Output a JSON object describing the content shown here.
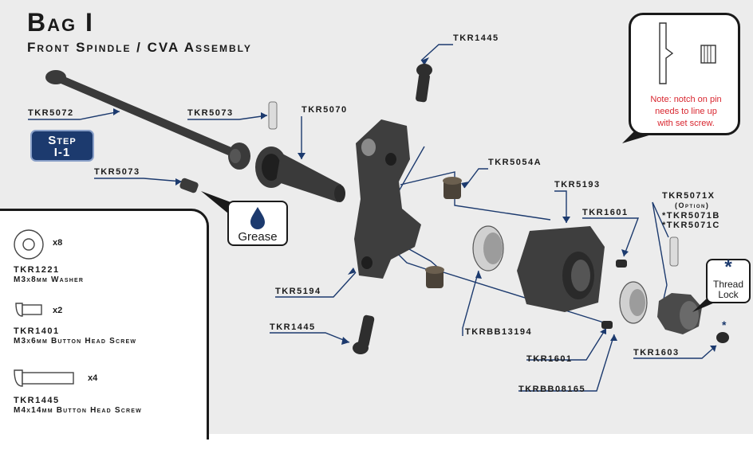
{
  "title": "Bag I",
  "subtitle": "Front Spindle / CVA Assembly",
  "step": {
    "line1": "Step",
    "line2": "I-1"
  },
  "part_labels": {
    "tkr1445_top": "TKR1445",
    "tkr5072": "TKR5072",
    "tkr5073_pin": "TKR5073",
    "tkr5070": "TKR5070",
    "tkr5073_screw": "TKR5073",
    "tkr5054a": "TKR5054A",
    "tkr5193": "TKR5193",
    "tkr1601_top": "TKR1601",
    "tkr5071x": "TKR5071X",
    "option": "(Option)",
    "tkr5071b": "*TKR5071B",
    "tkr5071c": "*TKR5071C",
    "tkr5194": "TKR5194",
    "tkr1445_bottom": "TKR1445",
    "tkrbb13194": "TKRBB13194",
    "tkr1601_bottom": "TKR1601",
    "tkr1603": "TKR1603",
    "tkrbb08165": "TKRBB08165"
  },
  "note": {
    "line1": "Note: notch on pin",
    "line2": "needs to line up",
    "line3": "with set screw."
  },
  "grease": {
    "label": "Grease"
  },
  "thread_lock": {
    "star": "*",
    "line1": "Thread",
    "line2": "Lock",
    "marker": "*"
  },
  "legend": {
    "items": [
      {
        "qty": "x8",
        "code": "TKR1221",
        "desc": "M3x8mm Washer"
      },
      {
        "qty": "x2",
        "code": "TKR1401",
        "desc": "M3x6mm Button Head Screw"
      },
      {
        "qty": "x4",
        "code": "TKR1445",
        "desc": "M4x14mm Button Head Screw"
      }
    ]
  },
  "colors": {
    "step_bg": "#1c3a6e",
    "note_text": "#d8262f",
    "leader_line": "#1c3a6e",
    "part_dark": "#3a3a3a",
    "background": "#ececec"
  }
}
